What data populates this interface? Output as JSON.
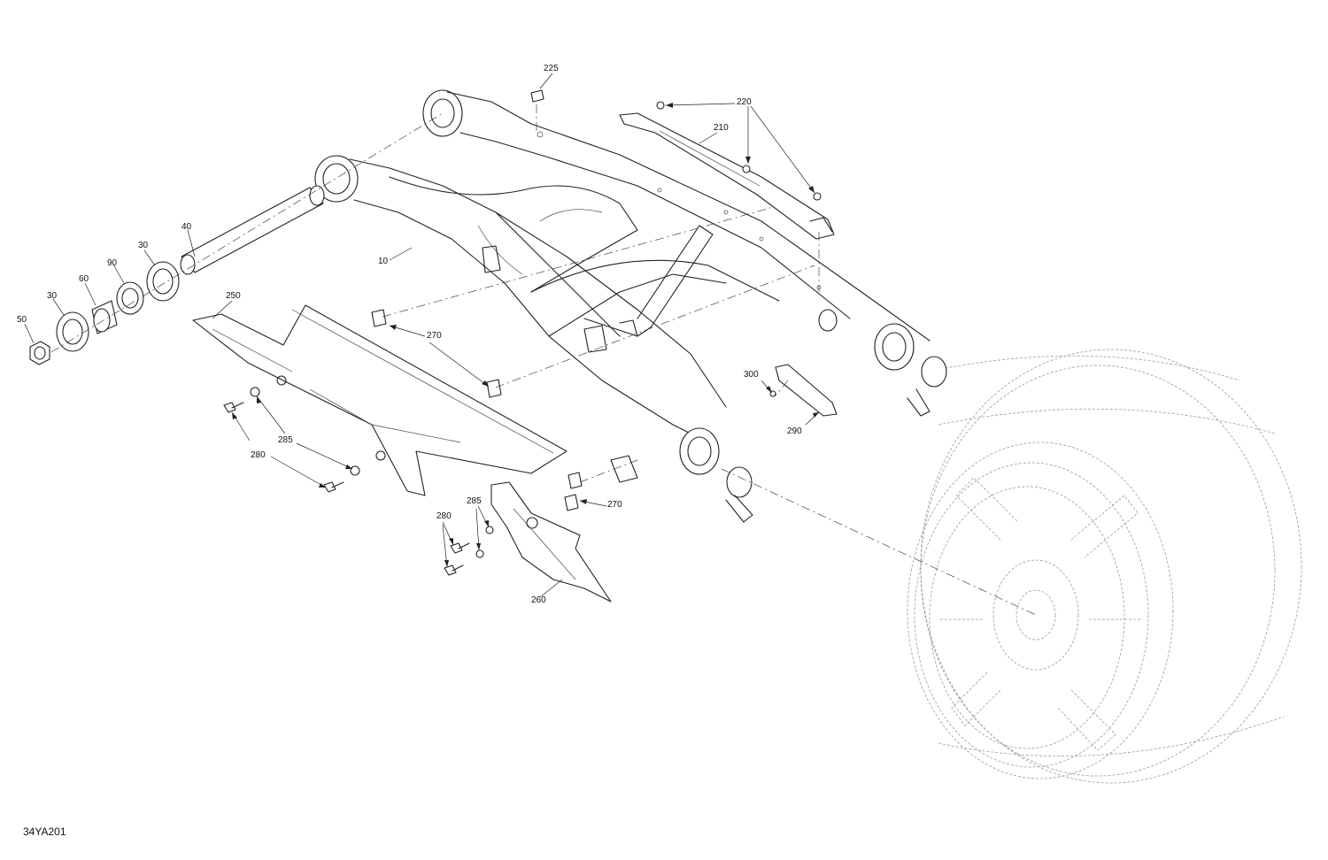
{
  "diagram": {
    "code": "34YA201",
    "callouts": [
      {
        "id": "c225",
        "label": "225"
      },
      {
        "id": "c220",
        "label": "220"
      },
      {
        "id": "c210",
        "label": "210"
      },
      {
        "id": "c40",
        "label": "40"
      },
      {
        "id": "c30a",
        "label": "30"
      },
      {
        "id": "c90",
        "label": "90"
      },
      {
        "id": "c60",
        "label": "60"
      },
      {
        "id": "c30b",
        "label": "30"
      },
      {
        "id": "c50",
        "label": "50"
      },
      {
        "id": "c10",
        "label": "10"
      },
      {
        "id": "c250",
        "label": "250"
      },
      {
        "id": "c270a",
        "label": "270"
      },
      {
        "id": "c300",
        "label": "300"
      },
      {
        "id": "c290",
        "label": "290"
      },
      {
        "id": "c280a",
        "label": "280"
      },
      {
        "id": "c285a",
        "label": "285"
      },
      {
        "id": "c280b",
        "label": "280"
      },
      {
        "id": "c285b",
        "label": "285"
      },
      {
        "id": "c270b",
        "label": "270"
      },
      {
        "id": "c280c",
        "label": "280"
      },
      {
        "id": "c260",
        "label": "260"
      }
    ]
  }
}
